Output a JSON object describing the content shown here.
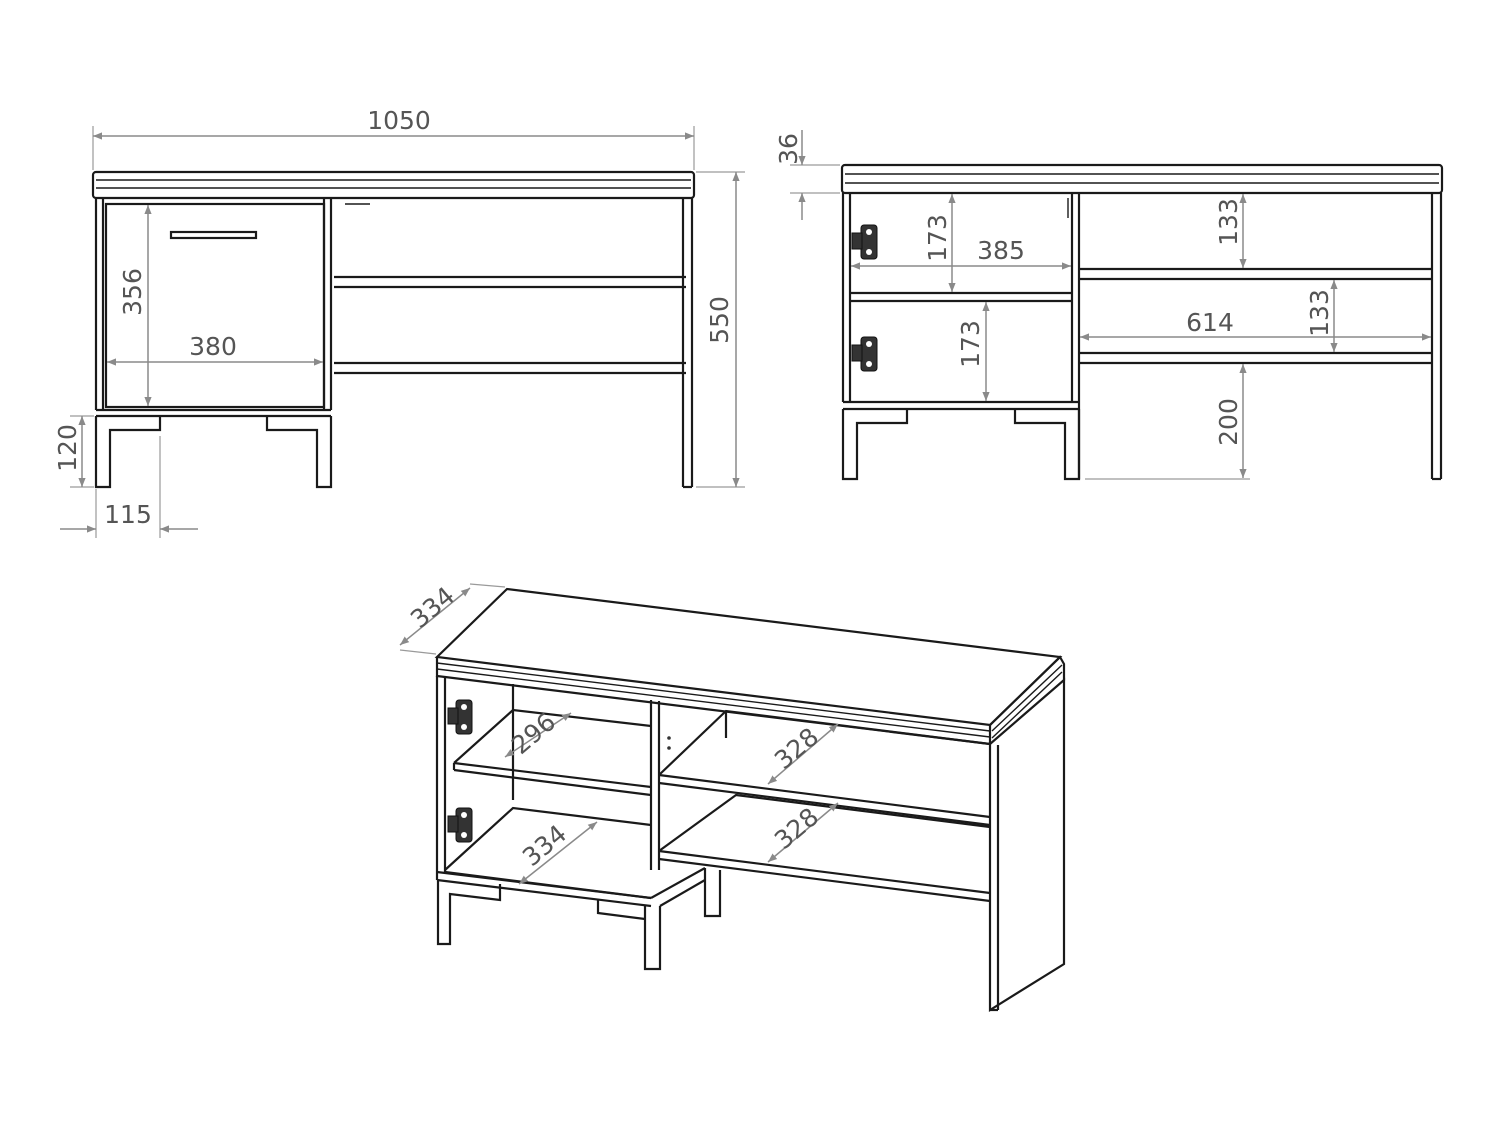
{
  "dimensions": {
    "front": {
      "total_width": "1050",
      "total_height": "550",
      "door_height": "356",
      "door_width": "380",
      "leg_height": "120",
      "leg_offset": "115"
    },
    "interior": {
      "top_thickness": "36",
      "left_compartment_height_upper": "173",
      "left_compartment_width": "385",
      "left_compartment_height_lower": "173",
      "right_shelf_gap_upper": "133",
      "right_shelf_gap_lower": "133",
      "right_shelf_width": "614",
      "bottom_clearance": "200"
    },
    "perspective": {
      "depth": "334",
      "left_upper_shelf_depth": "296",
      "left_lower_shelf_depth": "334",
      "right_upper_shelf_depth": "328",
      "right_lower_shelf_depth": "328"
    }
  },
  "colors": {
    "line": "#1a1a1a",
    "dimension": "#8a8a8a",
    "label": "#555555"
  }
}
